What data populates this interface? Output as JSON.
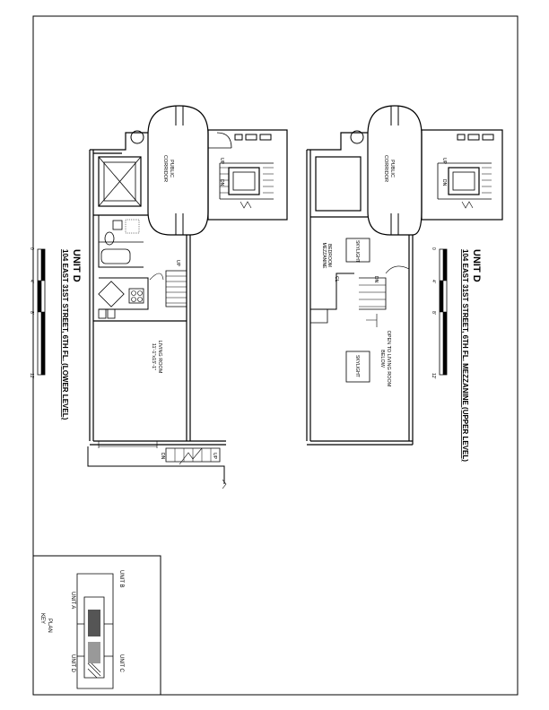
{
  "lower": {
    "unit": "UNIT D",
    "address": "104 EAST 31ST STREET, 6TH FL. (LOWER LEVEL)",
    "corridor1": "PUBLIC",
    "corridor2": "CORRIDOR",
    "room1": "LIVING ROOM",
    "room2": "11'-1\"x15'-1\"",
    "up1": "UP",
    "dn1": "DN",
    "up2": "UP",
    "dn2": "DN",
    "up3": "UP",
    "scale": {
      "t0": "0",
      "t4": "4'",
      "t8": "8'",
      "t12": "12'"
    }
  },
  "upper": {
    "unit": "UNIT D",
    "address": "104 EAST 31ST STREET, 6TH FL. MEZZANINE (UPPER LEVEL)",
    "corridor1": "PUBLIC",
    "corridor2": "CORRIDOR",
    "bed1": "BEDROOM",
    "bed2": "MEZZANINE",
    "cl": "CL",
    "dn": "DN",
    "sky1": "SKYLIGHT",
    "sky2": "SKYLIGHT",
    "open1": "OPEN TO LIVING ROOM",
    "open2": "BELOW",
    "up1": "UP",
    "dn1": "DN",
    "scale": {
      "t0": "0",
      "t4": "4'",
      "t8": "8'",
      "t12": "12'"
    }
  },
  "keyplan": {
    "label1": "KEY",
    "label2": "PLAN",
    "unitA": "UNIT A",
    "unitB": "UNIT B",
    "unitC": "UNIT C",
    "unitD": "UNIT D"
  }
}
